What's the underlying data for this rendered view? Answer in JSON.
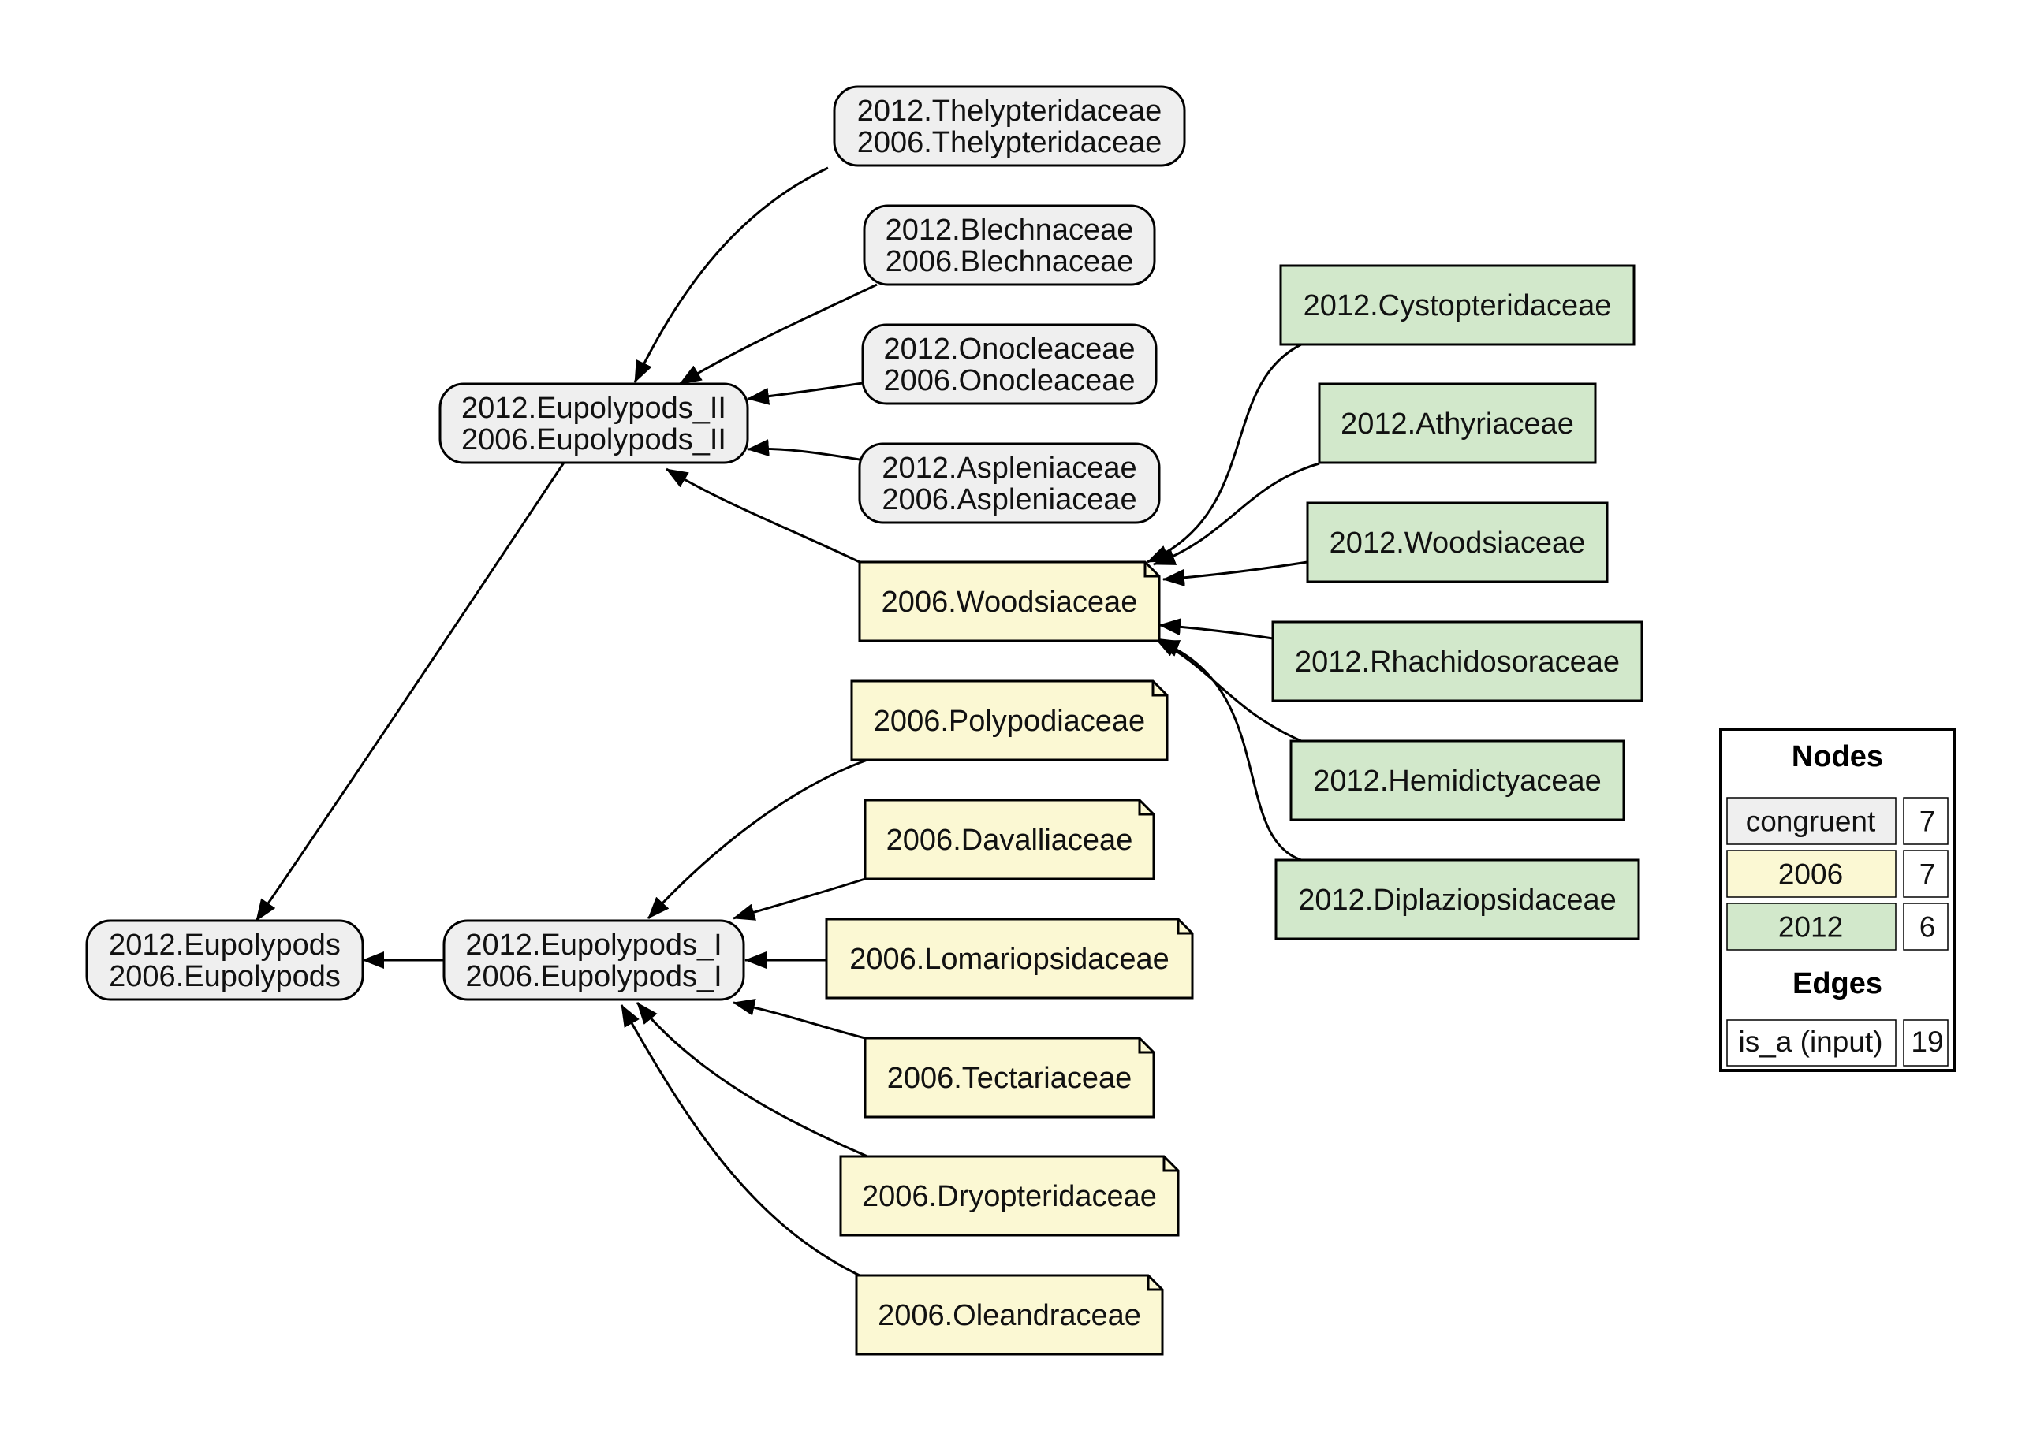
{
  "colors": {
    "congruent": "#efefef",
    "2006": "#fbf8d3",
    "2012": "#d2e8cb",
    "stroke": "#000000"
  },
  "nodes": {
    "eupolypods": {
      "kind": "congruent",
      "lines": [
        "2012.Eupolypods",
        "2006.Eupolypods"
      ]
    },
    "eupolypods_ii": {
      "kind": "congruent",
      "lines": [
        "2012.Eupolypods_II",
        "2006.Eupolypods_II"
      ]
    },
    "eupolypods_i": {
      "kind": "congruent",
      "lines": [
        "2012.Eupolypods_I",
        "2006.Eupolypods_I"
      ]
    },
    "thelypteridaceae": {
      "kind": "congruent",
      "lines": [
        "2012.Thelypteridaceae",
        "2006.Thelypteridaceae"
      ]
    },
    "blechnaceae": {
      "kind": "congruent",
      "lines": [
        "2012.Blechnaceae",
        "2006.Blechnaceae"
      ]
    },
    "onocleaceae": {
      "kind": "congruent",
      "lines": [
        "2012.Onocleaceae",
        "2006.Onocleaceae"
      ]
    },
    "aspleniaceae": {
      "kind": "congruent",
      "lines": [
        "2012.Aspleniaceae",
        "2006.Aspleniaceae"
      ]
    },
    "woodsiaceae_2006": {
      "kind": "2006",
      "lines": [
        "2006.Woodsiaceae"
      ]
    },
    "polypodiaceae": {
      "kind": "2006",
      "lines": [
        "2006.Polypodiaceae"
      ]
    },
    "davalliaceae": {
      "kind": "2006",
      "lines": [
        "2006.Davalliaceae"
      ]
    },
    "lomariopsidaceae": {
      "kind": "2006",
      "lines": [
        "2006.Lomariopsidaceae"
      ]
    },
    "tectariaceae": {
      "kind": "2006",
      "lines": [
        "2006.Tectariaceae"
      ]
    },
    "dryopteridaceae": {
      "kind": "2006",
      "lines": [
        "2006.Dryopteridaceae"
      ]
    },
    "oleandraceae": {
      "kind": "2006",
      "lines": [
        "2006.Oleandraceae"
      ]
    },
    "cystopteridaceae": {
      "kind": "2012",
      "lines": [
        "2012.Cystopteridaceae"
      ]
    },
    "athyriaceae": {
      "kind": "2012",
      "lines": [
        "2012.Athyriaceae"
      ]
    },
    "woodsiaceae_2012": {
      "kind": "2012",
      "lines": [
        "2012.Woodsiaceae"
      ]
    },
    "rhachidosoraceae": {
      "kind": "2012",
      "lines": [
        "2012.Rhachidosoraceae"
      ]
    },
    "hemidictyaceae": {
      "kind": "2012",
      "lines": [
        "2012.Hemidictyaceae"
      ]
    },
    "diplaziopsidaceae": {
      "kind": "2012",
      "lines": [
        "2012.Diplaziopsidaceae"
      ]
    }
  },
  "edges": [
    {
      "from": "eupolypods_ii",
      "to": "eupolypods"
    },
    {
      "from": "eupolypods_i",
      "to": "eupolypods"
    },
    {
      "from": "thelypteridaceae",
      "to": "eupolypods_ii"
    },
    {
      "from": "blechnaceae",
      "to": "eupolypods_ii"
    },
    {
      "from": "onocleaceae",
      "to": "eupolypods_ii"
    },
    {
      "from": "aspleniaceae",
      "to": "eupolypods_ii"
    },
    {
      "from": "woodsiaceae_2006",
      "to": "eupolypods_ii"
    },
    {
      "from": "polypodiaceae",
      "to": "eupolypods_i"
    },
    {
      "from": "davalliaceae",
      "to": "eupolypods_i"
    },
    {
      "from": "lomariopsidaceae",
      "to": "eupolypods_i"
    },
    {
      "from": "tectariaceae",
      "to": "eupolypods_i"
    },
    {
      "from": "dryopteridaceae",
      "to": "eupolypods_i"
    },
    {
      "from": "oleandraceae",
      "to": "eupolypods_i"
    },
    {
      "from": "cystopteridaceae",
      "to": "woodsiaceae_2006"
    },
    {
      "from": "athyriaceae",
      "to": "woodsiaceae_2006"
    },
    {
      "from": "woodsiaceae_2012",
      "to": "woodsiaceae_2006"
    },
    {
      "from": "rhachidosoraceae",
      "to": "woodsiaceae_2006"
    },
    {
      "from": "hemidictyaceae",
      "to": "woodsiaceae_2006"
    },
    {
      "from": "diplaziopsidaceae",
      "to": "woodsiaceae_2006"
    }
  ],
  "legend": {
    "nodes_title": "Nodes",
    "edges_title": "Edges",
    "node_rows": [
      {
        "kind": "congruent",
        "label": "congruent",
        "count": "7"
      },
      {
        "kind": "2006",
        "label": "2006",
        "count": "7"
      },
      {
        "kind": "2012",
        "label": "2012",
        "count": "6"
      }
    ],
    "edge_rows": [
      {
        "label": "is_a (input)",
        "count": "19"
      }
    ]
  }
}
